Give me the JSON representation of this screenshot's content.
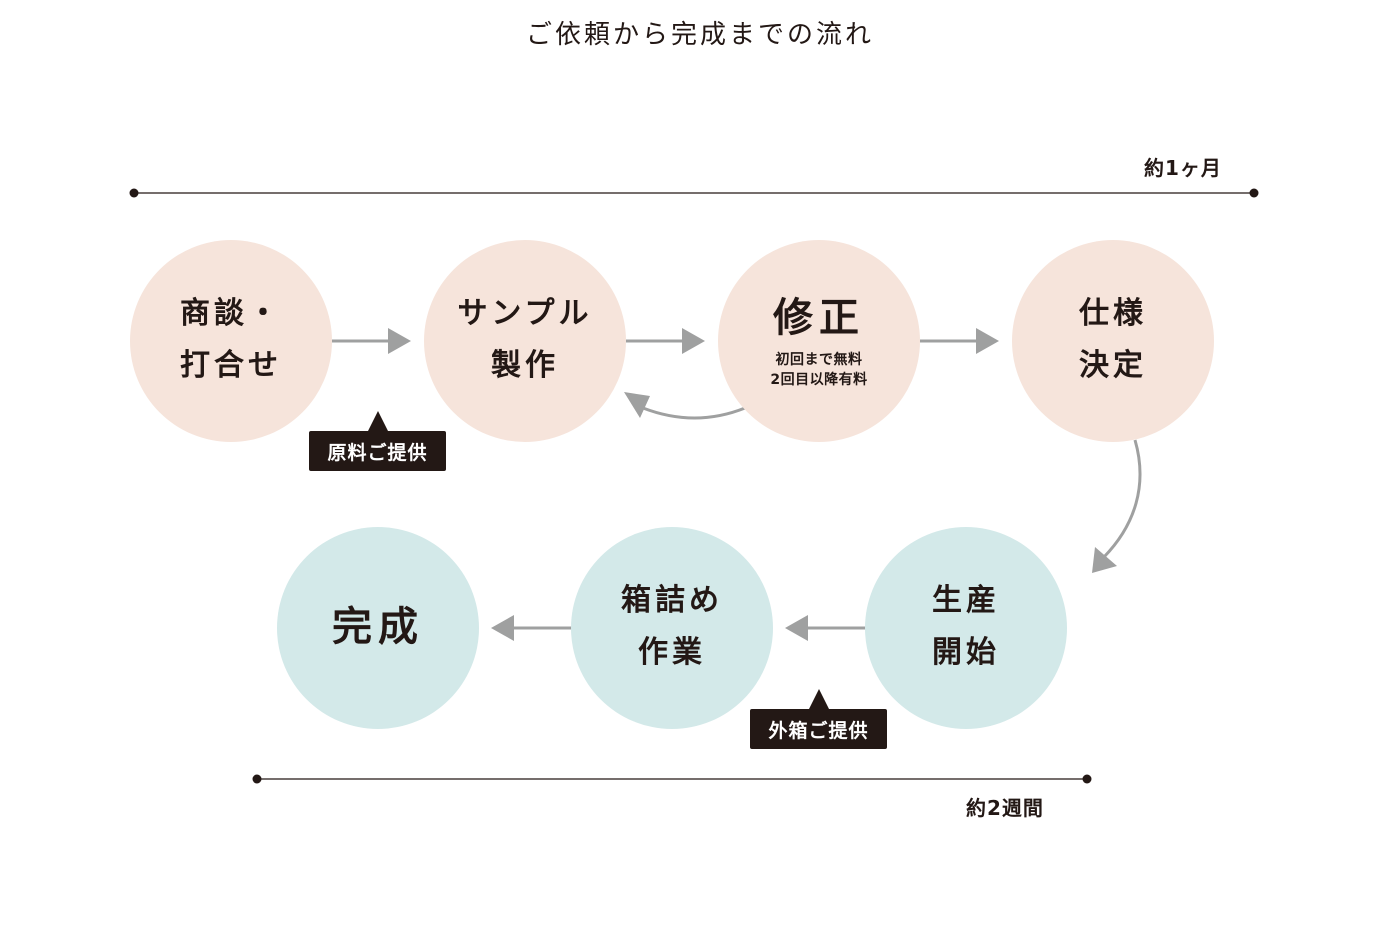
{
  "title": "ご依頼から完成までの流れ",
  "timelines": {
    "top": "約1ヶ月",
    "bottom": "約2週間"
  },
  "steps": [
    {
      "label": "商談・\n打合せ",
      "color": "#f6e4db"
    },
    {
      "label": "サンプル\n製作",
      "color": "#f6e4db"
    },
    {
      "label": "修正",
      "note": "初回まで無料\n2回目以降有料",
      "color": "#f6e4db"
    },
    {
      "label": "仕様\n決定",
      "color": "#f6e4db"
    },
    {
      "label": "生産\n開始",
      "color": "#d3e9e9"
    },
    {
      "label": "箱詰め\n作業",
      "color": "#d3e9e9"
    },
    {
      "label": "完成",
      "color": "#d3e9e9"
    }
  ],
  "callouts": {
    "materials": "原料ご提供",
    "outer_box": "外箱ご提供"
  },
  "colors": {
    "text": "#231815",
    "arrow": "#9fa0a0",
    "pink": "#f6e4db",
    "blue": "#d3e9e9"
  }
}
